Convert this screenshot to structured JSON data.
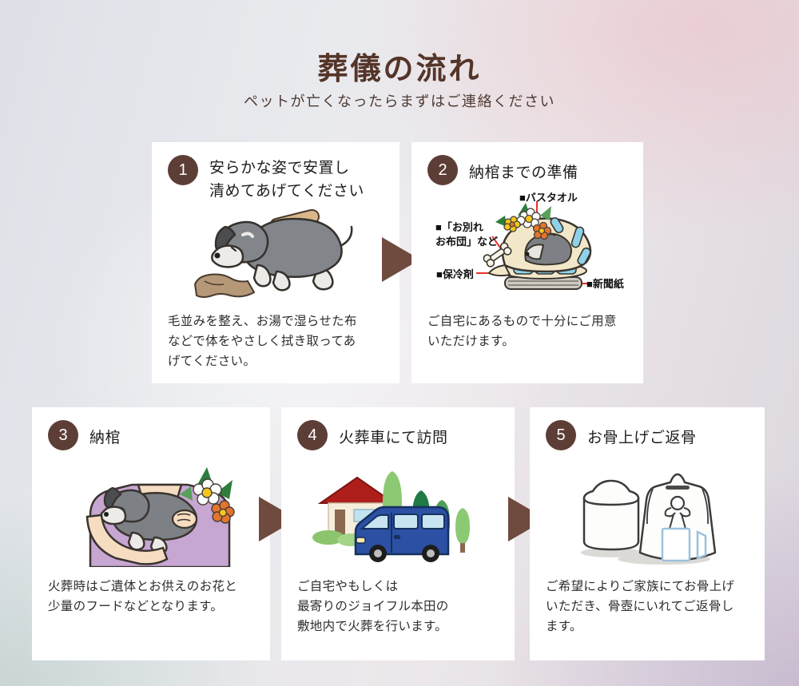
{
  "page": {
    "title": "葬儀の流れ",
    "subtitle": "ペットが亡くなったらまずはご連絡ください"
  },
  "steps": [
    {
      "number": "1",
      "title": "安らかな姿で安置し\n清めてあげてください",
      "description": "毛並みを整え、お湯で湿らせた布\nなどで体をやさしく拭き取ってあ\nげてください。"
    },
    {
      "number": "2",
      "title": "納棺までの準備",
      "description": "ご自宅にあるもので十分にご用意\nいただけます。",
      "labels": {
        "bath_towel": "■バスタオル",
        "farewell_futon": "■「お別れ\nお布団」など",
        "ice_pack": "■保冷剤",
        "newspaper": "■新聞紙"
      }
    },
    {
      "number": "3",
      "title": "納棺",
      "description": "火葬時はご遺体とお供えのお花と\n少量のフードなどとなります。"
    },
    {
      "number": "4",
      "title": "火葬車にて訪問",
      "description": "ご自宅やもしくは\n最寄りのジョイフル本田の\n敷地内で火葬を行います。"
    },
    {
      "number": "5",
      "title": "お骨上げご返骨",
      "description": "ご希望によりご家族にてお骨上げ\nいただき、骨壺にいれてご返骨し\nます。"
    }
  ],
  "colors": {
    "accent_brown": "#543529",
    "step_circle": "#5d3e36",
    "arrow": "#6f4a3e",
    "connector_red": "#e8322a",
    "card_background": "#ffffff"
  }
}
